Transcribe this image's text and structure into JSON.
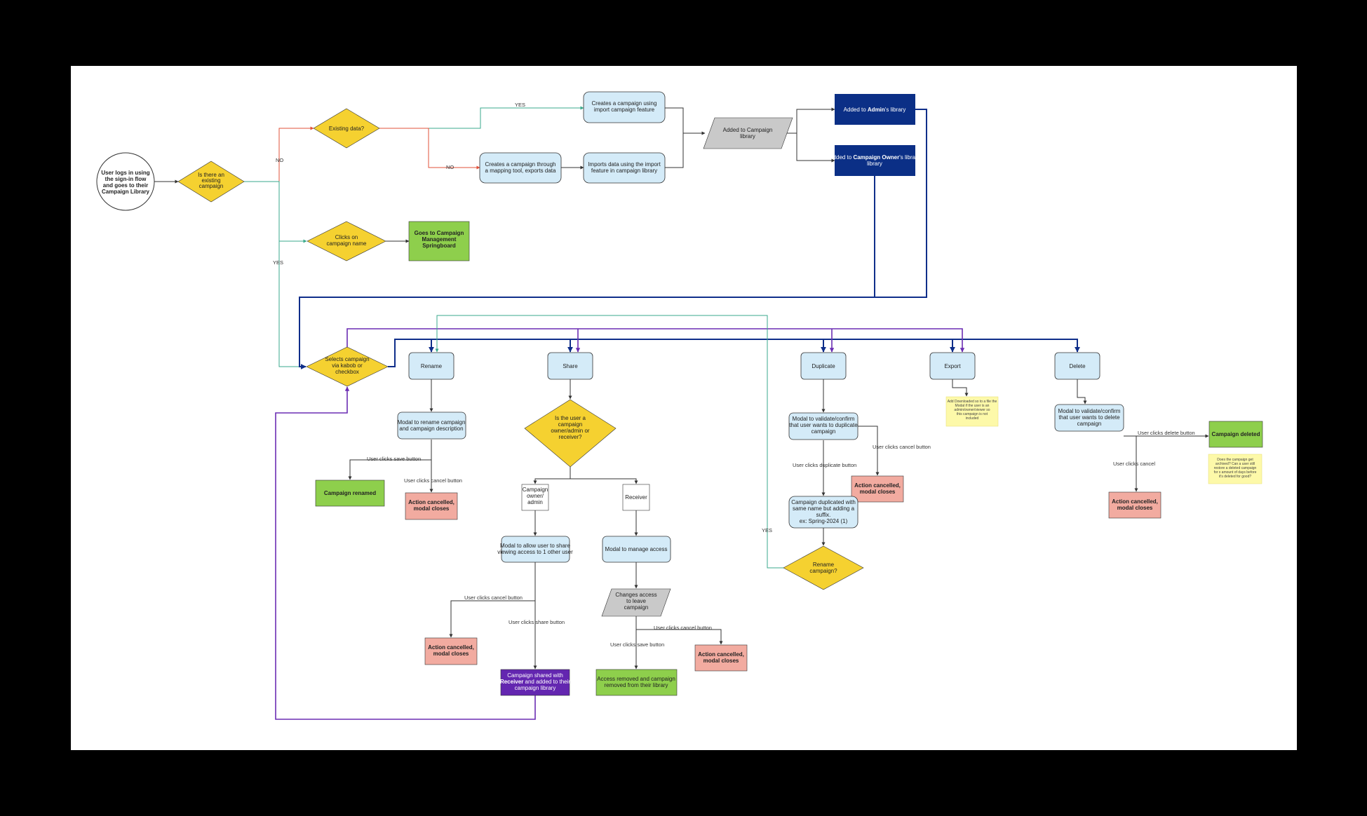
{
  "colors": {
    "background": "#000000",
    "canvas": "#ffffff",
    "process_fill": "#d4ebf8",
    "decision_fill": "#f5d130",
    "success_fill": "#8ecf4c",
    "cancel_fill": "#f2aba0",
    "library_fill": "#0b2f86",
    "shared_fill": "#6326b0",
    "data_fill": "#c9c9c9",
    "note_fill": "#fdf9a9",
    "edge_dark_blue": "#0f2e8a",
    "edge_purple": "#6b2db3",
    "edge_teal": "#3aaa8c",
    "edge_red": "#e0503a",
    "edge_gray": "#333333"
  },
  "nodes": {
    "start": "User logs in using the sign-in flow and goes to their Campaign Library",
    "is_existing": "Is there an existing campaign",
    "existing_data": "Existing data?",
    "create_import": "Creates a campaign using import campaign feature",
    "create_mapping": "Creates a campaign through a mapping tool, exports data",
    "imports_data": "Imports data using the import feature in campaign library",
    "added_library": "Added to Campaign library",
    "admin_library": {
      "pre": "Added to ",
      "bold": "Admin",
      "post": "'s library"
    },
    "owner_library": {
      "pre": "Added to ",
      "bold": "Campaign Owner",
      "post": "'s library"
    },
    "clicks_name": "Clicks on campaign name",
    "springboard": "Goes to Campaign Management Springboard",
    "selects": "Selects campaign via kabob or checkbox",
    "rename": "Rename",
    "share": "Share",
    "duplicate": "Duplicate",
    "export": "Export",
    "delete": "Delete",
    "modal_rename": "Modal to rename campaign and campaign description",
    "campaign_renamed": "Campaign renamed",
    "cancel_rename": "Action cancelled, modal closes",
    "is_owner": "Is the user a campaign owner/admin or receiver?",
    "owner_admin": "Campaign owner/ admin",
    "receiver": "Receiver",
    "modal_share": "Modal to allow user to share viewing access to 1 other user",
    "modal_manage": "Modal to manage access",
    "cancel_share": "Action cancelled, modal closes",
    "shared": {
      "pre": "Campaign shared with ",
      "bold": "Receiver",
      "post": " and added to their campaign library"
    },
    "changes_access": "Changes access to leave campaign",
    "cancel_manage": "Action cancelled, modal closes",
    "access_removed": "Access removed and campaign removed from their library",
    "modal_duplicate": "Modal to validate/confirm that user wants to duplicate campaign",
    "duplicated": "Campaign duplicated with same name but adding a suffix. ex: Spring-2024 (1)",
    "cancel_duplicate": "Action cancelled, modal closes",
    "rename_q": "Rename campaign?",
    "export_note": "Add Downloaded so to a file the Modal if the user is an admin/owner/viewer so this campaign is not included",
    "modal_delete": "Modal to validate/confirm that user wants to delete campaign",
    "deleted": "Campaign deleted",
    "cancel_delete": "Action cancelled, modal closes",
    "delete_note": "Does the campaign get archived? Can a user still restore a deleted campaign for x amount of days before it's deleted for good?"
  },
  "edge_labels": {
    "yes_import": "YES",
    "no_import": "NO",
    "no_existing": "NO",
    "yes_existing": "YES",
    "save_rename": "User clicks save button",
    "cancel_rename": "User clicks cancel button",
    "cancel_share": "User clicks cancel button",
    "share_btn": "User clicks share button",
    "cancel_manage": "User clicks cancel button",
    "save_manage": "User clicks save button",
    "duplicate_btn": "User clicks duplicate button",
    "cancel_duplicate": "User clicks cancel button",
    "yes_rename": "YES",
    "delete_btn": "User clicks delete button",
    "cancel_delete": "User clicks cancel"
  }
}
